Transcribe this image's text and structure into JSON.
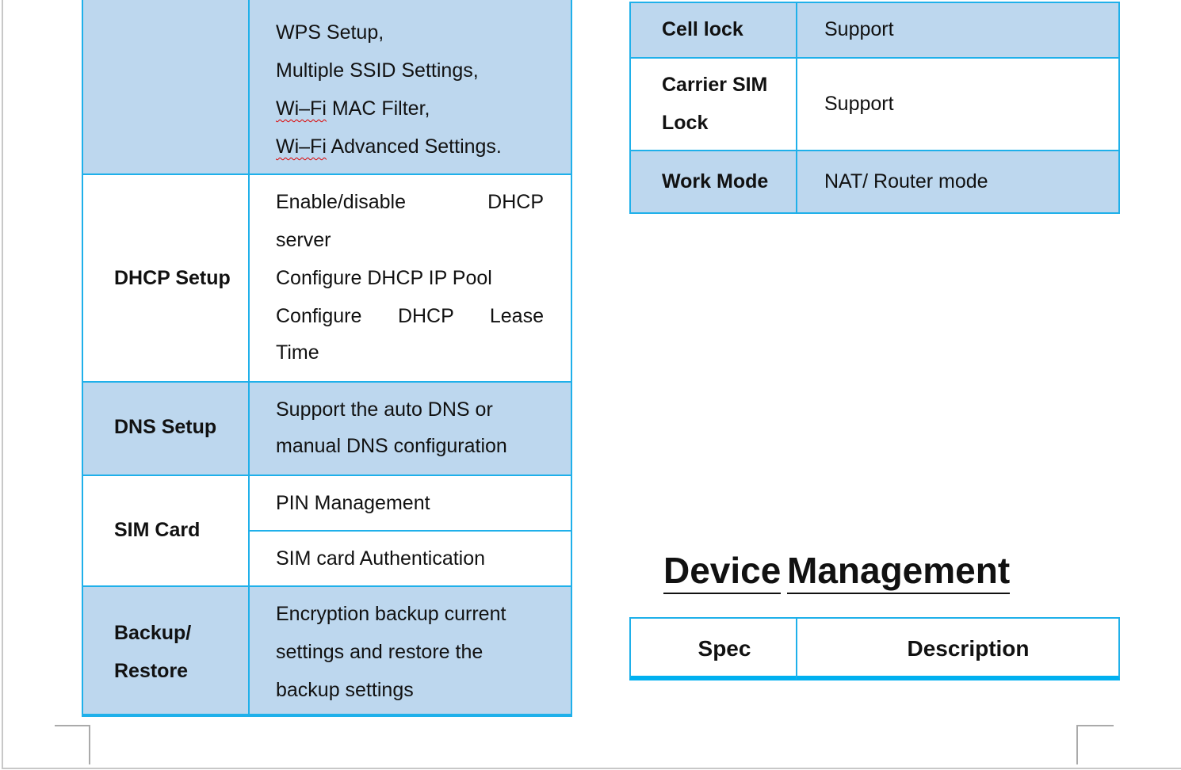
{
  "left_table": {
    "rows": [
      {
        "spec": "",
        "lines": [
          "WPS Setup,",
          "Multiple SSID Settings,",
          "Wi–Fi MAC Filter,",
          "Wi–Fi Advanced Settings."
        ]
      },
      {
        "spec": "DHCP Setup",
        "lines": [
          "Enable/disable DHCP",
          "server",
          "Configure DHCP IP Pool",
          "Configure DHCP Lease",
          "Time"
        ]
      },
      {
        "spec": "DNS Setup",
        "lines": [
          "Support the auto DNS or",
          "manual DNS configuration"
        ]
      },
      {
        "spec": "SIM Card",
        "lines": [
          "PIN Management",
          "SIM card Authentication"
        ]
      },
      {
        "spec": [
          "Backup/",
          "Restore"
        ],
        "lines": [
          "Encryption backup current",
          "settings and restore the",
          "backup settings"
        ]
      }
    ]
  },
  "right_table": {
    "rows": [
      {
        "spec": "Cell lock",
        "desc": "Support"
      },
      {
        "spec": [
          "Carrier SIM",
          "Lock"
        ],
        "desc": "Support"
      },
      {
        "spec": "Work Mode",
        "desc": "NAT/ Router mode"
      }
    ]
  },
  "section": {
    "title_words": [
      "Device",
      "Management"
    ]
  },
  "device_table": {
    "headers": [
      "Spec",
      "Description"
    ]
  },
  "colors": {
    "row_fill": "#bdd7ee",
    "border": "#1fb0ea"
  }
}
